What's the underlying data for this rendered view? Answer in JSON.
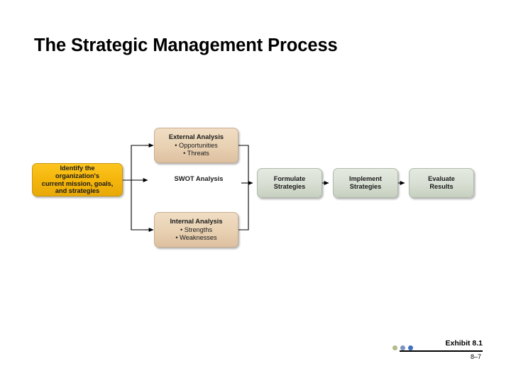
{
  "slide": {
    "title": "The Strategic Management Process"
  },
  "diagram": {
    "swot_label": "SWOT Analysis",
    "nodes": {
      "identify": {
        "lines": [
          "Identify the",
          "organization's",
          "current mission, goals,",
          "and strategies"
        ],
        "color": "#f5b70d"
      },
      "external": {
        "header": "External Analysis",
        "bullets": [
          "• Opportunities",
          "• Threats"
        ],
        "color": "#e9d2b3"
      },
      "internal": {
        "header": "Internal Analysis",
        "bullets": [
          "• Strengths",
          "• Weaknesses"
        ],
        "color": "#e9d2b3"
      },
      "formulate": {
        "lines": [
          "Formulate",
          "Strategies"
        ],
        "color": "#d7ded2"
      },
      "implement": {
        "lines": [
          "Implement",
          "Strategies"
        ],
        "color": "#d7ded2"
      },
      "evaluate": {
        "lines": [
          "Evaluate",
          "Results"
        ],
        "color": "#d7ded2"
      }
    }
  },
  "footer": {
    "exhibit": "Exhibit 8.1",
    "page": "8–7",
    "dot_colors": [
      "#b6b98a",
      "#7d93bf",
      "#3f6fc0"
    ]
  }
}
